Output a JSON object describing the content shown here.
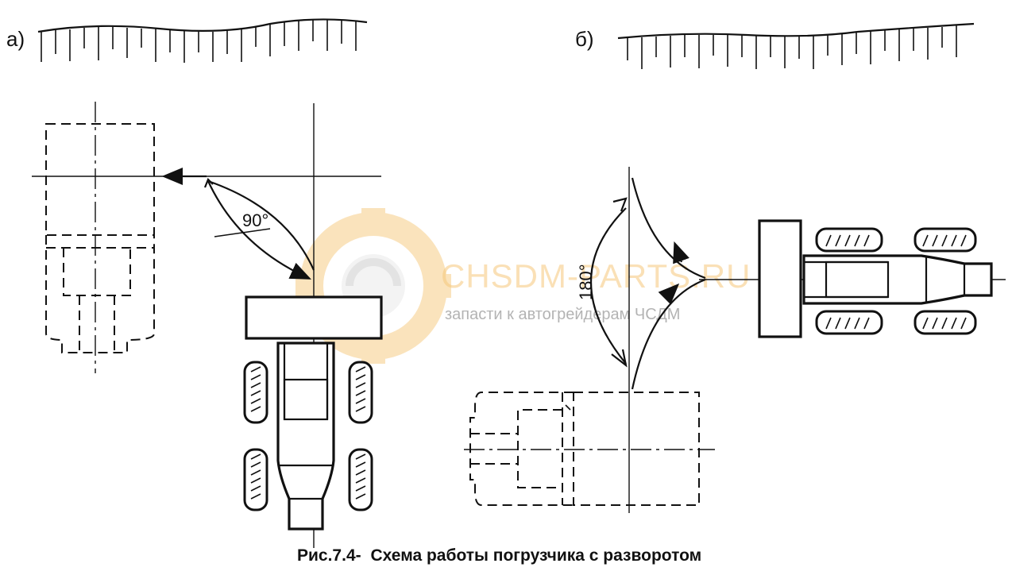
{
  "panel_a": {
    "label": "а)",
    "angle_label": "90°"
  },
  "panel_b": {
    "label": "б)",
    "angle_label": "180°"
  },
  "watermark": {
    "brand": "CHSDM-PARTS.RU",
    "tagline": "запасти к автогрейдерам ЧСДМ"
  },
  "caption": {
    "figure_number": "Рис.7.4-",
    "text": "Схема работы погрузчика с разворотом"
  },
  "colors": {
    "ink": "#111111",
    "watermark_orange": "#f6c87c",
    "watermark_gray": "#9a9a9a",
    "background": "#ffffff"
  }
}
